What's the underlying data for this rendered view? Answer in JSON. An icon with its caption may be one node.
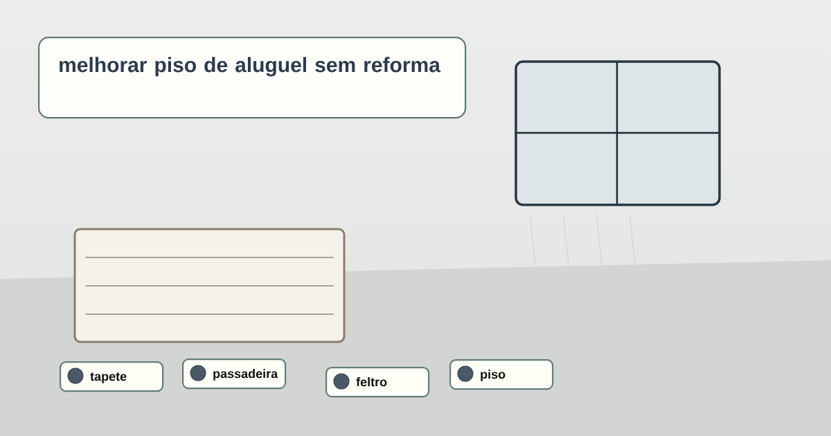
{
  "diagram": {
    "nodes": [
      {
        "text": [
          "melhorar piso de aluguel sem reforma"
        ]
      },
      {
        "text": [
          "tapete"
        ]
      },
      {
        "text": [
          "passadeira"
        ]
      },
      {
        "text": [
          "feltro"
        ]
      },
      {
        "text": [
          "piso"
        ]
      }
    ]
  }
}
